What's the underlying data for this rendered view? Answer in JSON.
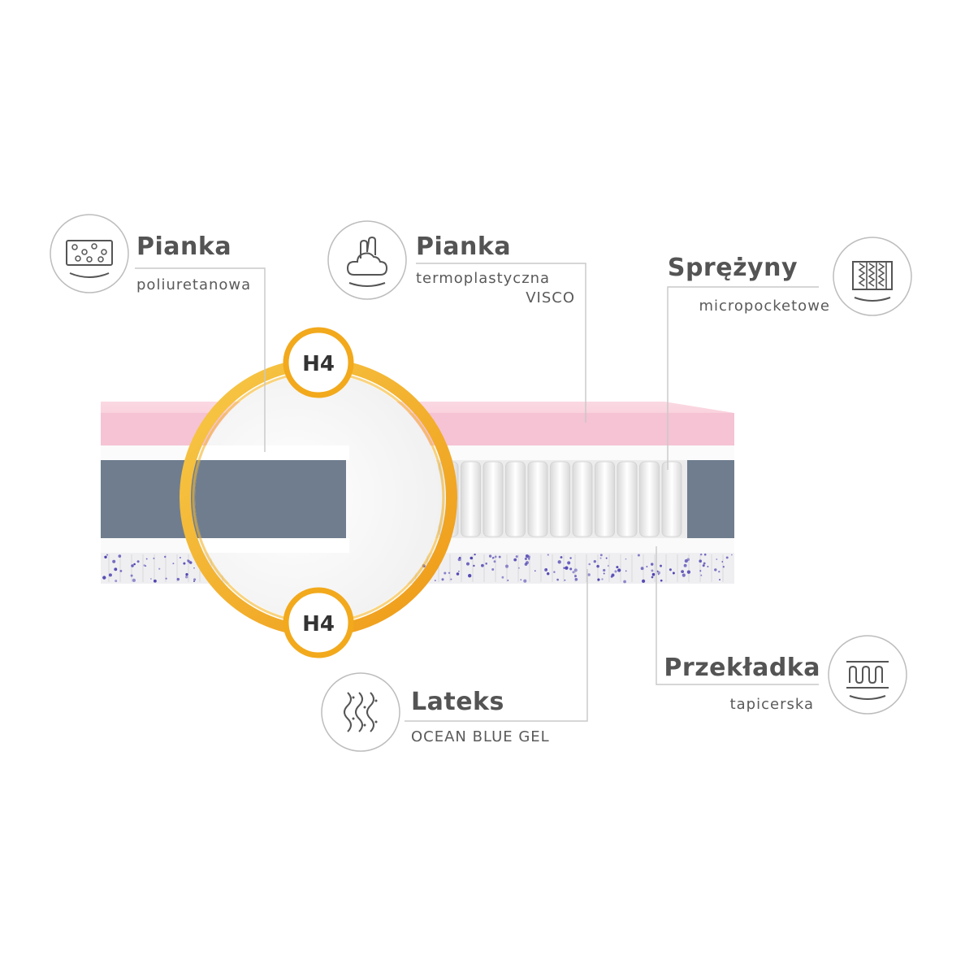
{
  "callouts": {
    "pianka_poliuretanowa": {
      "title": "Pianka",
      "subtitle": "poliuretanowa",
      "icon": "foam-cells-icon"
    },
    "pianka_visco": {
      "title": "Pianka",
      "subtitle_line1": "termoplastyczna",
      "subtitle_line2": "VISCO",
      "icon": "hand-pressing-foam-icon"
    },
    "sprezyny": {
      "title": "Sprężyny",
      "subtitle": "micropocketowe",
      "icon": "pocket-springs-icon"
    },
    "lateks": {
      "title": "Lateks",
      "subtitle": "OCEAN BLUE GEL",
      "icon": "wavy-lines-icon"
    },
    "przekladka": {
      "title": "Przekładka",
      "subtitle": "tapicerska",
      "icon": "upholstery-pad-icon"
    }
  },
  "firmness": {
    "top_label": "H4",
    "bottom_label": "H4"
  },
  "colors": {
    "visco_pink": "#f7c9d6",
    "foam_slate": "#6b7a8d",
    "latex_speckle": "#4b3fb0",
    "ring_gold": "#f2a91c",
    "line_gray": "#c7c7c7",
    "text_gray": "#545454"
  }
}
